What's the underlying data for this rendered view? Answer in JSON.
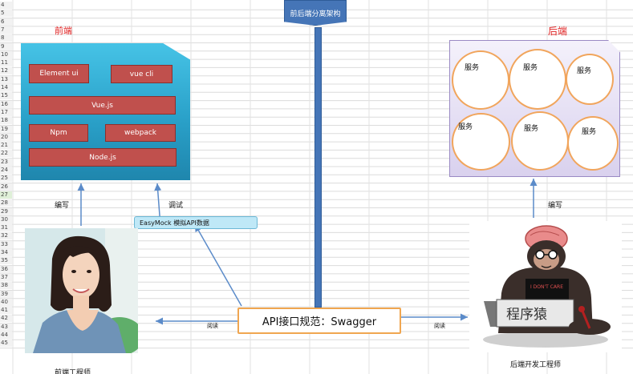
{
  "title": "前后端分离架构",
  "frontend": {
    "label": "前端",
    "items": [
      "Element ui",
      "vue cli",
      "Vue.js",
      "Npm",
      "webpack",
      "Node.js"
    ]
  },
  "backend": {
    "label": "后端",
    "services": [
      "服务",
      "服务",
      "服务",
      "服务",
      "服务",
      "服务"
    ]
  },
  "labels": {
    "write_left": "编写",
    "debug": "调试",
    "write_right": "编写",
    "read_left": "阅读",
    "read_right": "阅读"
  },
  "mock": "EasyMock 模拟API数据",
  "api_spec": "API接口规范：Swagger",
  "people": {
    "frontend_engineer": "前端工程师",
    "backend_engineer": "后端开发工程师",
    "monkey_sign": "程序猿",
    "monkey_shirt": "I DON'T CARE"
  },
  "rows": [
    "4",
    "5",
    "6",
    "7",
    "8",
    "9",
    "10",
    "11",
    "12",
    "13",
    "14",
    "15",
    "16",
    "17",
    "18",
    "19",
    "20",
    "21",
    "22",
    "23",
    "24",
    "25",
    "26",
    "27",
    "28",
    "29",
    "30",
    "31",
    "32",
    "33",
    "34",
    "35",
    "36",
    "37",
    "38",
    "39",
    "40",
    "41",
    "42",
    "43",
    "44",
    "45"
  ],
  "colors": {
    "title_bg": "#4575b7",
    "frontend_panel": "#2aa1c9",
    "tech_box": "#c0504d",
    "service_border": "#f1a55c",
    "backend_panel": "#d9d1ee",
    "api_border": "#f0a650",
    "arrow": "#5b8bc9",
    "red_text": "#e02020"
  }
}
